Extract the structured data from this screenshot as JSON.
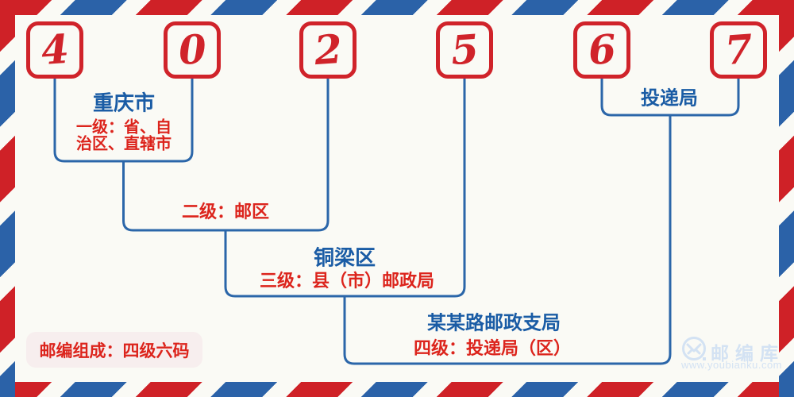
{
  "postal_code": {
    "digits": [
      "4",
      "0",
      "2",
      "5",
      "6",
      "7"
    ]
  },
  "levels": [
    {
      "name": "重庆市",
      "desc_line1": "一级：省、自",
      "desc_line2": "治区、直辖市"
    },
    {
      "desc": "二级：邮区"
    },
    {
      "name": "铜梁区",
      "desc": "三级：县（市）邮政局"
    },
    {
      "name": "某某路邮政支局",
      "desc": "四级：投递局（区）"
    },
    {
      "name": "投递局"
    }
  ],
  "footer": {
    "composition_note": "邮编组成：四级六码"
  },
  "watermark": {
    "brand": "邮编库",
    "url": "www.youbianku.com",
    "icon": "envelope-circle-icon"
  },
  "colors": {
    "stripe_red": "#cf2127",
    "stripe_blue": "#2b62a8",
    "digit_red": "#d0232a",
    "line_blue": "#2b66a9",
    "text_blue": "#1a5ca5",
    "text_red": "#dc241c",
    "background": "#fafaf5",
    "badge_background": "#f7eeee",
    "watermark_blue": "#d3e2f3"
  }
}
